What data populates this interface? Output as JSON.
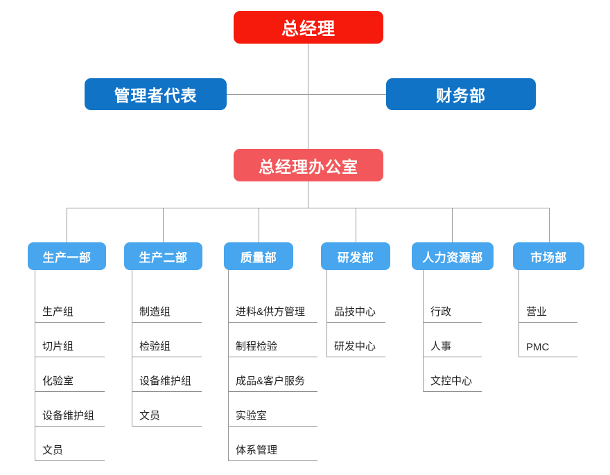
{
  "diagram": {
    "title_node": {
      "label": "总经理",
      "color": "#f61a0c"
    },
    "row2": [
      {
        "label": "管理者代表",
        "color": "#1073c6"
      },
      {
        "label": "财务部",
        "color": "#1073c6"
      }
    ],
    "office_node": {
      "label": "总经理办公室",
      "color": "#f2585b"
    },
    "departments": [
      {
        "label": "生产一部",
        "color": "#47a6ee",
        "children": [
          "生产组",
          "切片组",
          "化验室",
          "设备维护组",
          "文员"
        ]
      },
      {
        "label": "生产二部",
        "color": "#47a6ee",
        "children": [
          "制造组",
          "检验组",
          "设备维护组",
          "文员"
        ]
      },
      {
        "label": "质量部",
        "color": "#47a6ee",
        "children": [
          "进料&供方管理",
          "制程检验",
          "成品&客户服务",
          "实验室",
          "体系管理"
        ]
      },
      {
        "label": "研发部",
        "color": "#47a6ee",
        "children": [
          "品技中心",
          "研发中心"
        ]
      },
      {
        "label": "人力资源部",
        "color": "#47a6ee",
        "children": [
          "行政",
          "人事",
          "文控中心"
        ]
      },
      {
        "label": "市场部",
        "color": "#47a6ee",
        "children": [
          "营业",
          "PMC"
        ]
      }
    ],
    "line_color": "#9a9a9a"
  }
}
